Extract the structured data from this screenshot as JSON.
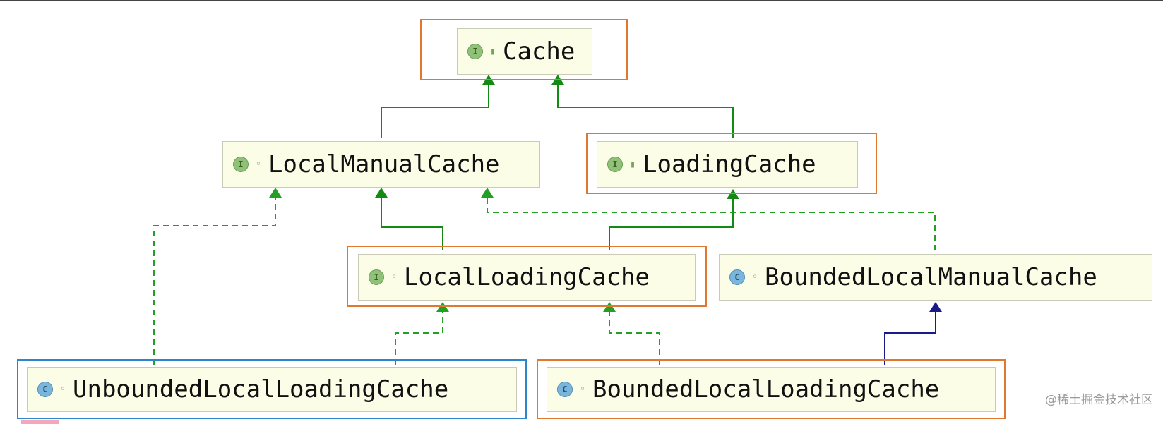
{
  "nodes": {
    "cache": {
      "label": "Cache",
      "kind": "interface",
      "badge": "I"
    },
    "local_manual_cache": {
      "label": "LocalManualCache",
      "kind": "interface",
      "badge": "I"
    },
    "loading_cache": {
      "label": "LoadingCache",
      "kind": "interface",
      "badge": "I"
    },
    "local_loading_cache": {
      "label": "LocalLoadingCache",
      "kind": "interface",
      "badge": "I"
    },
    "bounded_local_manual_cache": {
      "label": "BoundedLocalManualCache",
      "kind": "class",
      "badge": "C"
    },
    "unbounded_local_loading_cache": {
      "label": "UnboundedLocalLoadingCache",
      "kind": "class",
      "badge": "C"
    },
    "bounded_local_loading_cache": {
      "label": "BoundedLocalLoadingCache",
      "kind": "class",
      "badge": "C"
    }
  },
  "edges": [
    {
      "from": "local_manual_cache",
      "to": "cache",
      "type": "extends"
    },
    {
      "from": "loading_cache",
      "to": "cache",
      "type": "extends"
    },
    {
      "from": "local_loading_cache",
      "to": "local_manual_cache",
      "type": "extends"
    },
    {
      "from": "local_loading_cache",
      "to": "loading_cache",
      "type": "extends"
    },
    {
      "from": "unbounded_local_loading_cache",
      "to": "local_manual_cache",
      "type": "implements"
    },
    {
      "from": "unbounded_local_loading_cache",
      "to": "local_loading_cache",
      "type": "implements"
    },
    {
      "from": "bounded_local_manual_cache",
      "to": "local_manual_cache",
      "type": "implements"
    },
    {
      "from": "bounded_local_loading_cache",
      "to": "local_loading_cache",
      "type": "implements"
    },
    {
      "from": "bounded_local_loading_cache",
      "to": "bounded_local_manual_cache",
      "type": "extends-class"
    }
  ],
  "colors": {
    "extends": "#138a13",
    "implements": "#22a022",
    "extends_class": "#1a1a8c",
    "highlight_orange": "#e0782f",
    "highlight_blue": "#2c86c9"
  },
  "icons": {
    "interface_badge": "interface-icon",
    "class_badge": "class-icon",
    "lock": "lock-icon",
    "dot": "visibility-dot-icon"
  },
  "watermark": "@稀土掘金技术社区"
}
